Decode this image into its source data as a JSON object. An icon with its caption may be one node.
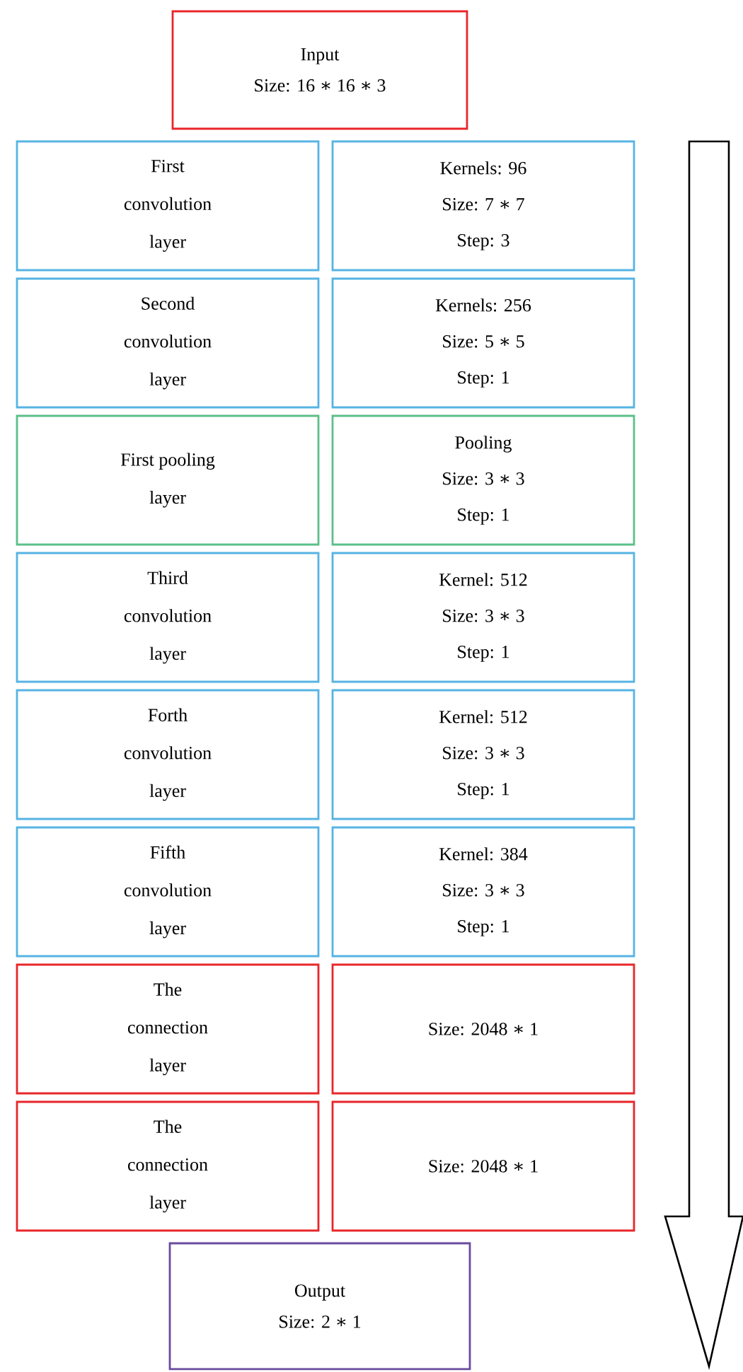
{
  "diagram": {
    "nodes": [
      {
        "text": [
          "Input",
          "Size: 16 ∗ 16 ∗ 3"
        ]
      },
      {
        "text": [
          "First convolution layer"
        ]
      },
      {
        "text": [
          "Kernels: 96",
          "Size: 7 ∗ 7",
          "Step: 3"
        ]
      },
      {
        "text": [
          "Second convolution layer"
        ]
      },
      {
        "text": [
          "Kernels: 256",
          "Size: 5 ∗ 5",
          "Step: 1"
        ]
      },
      {
        "text": [
          "First pooling layer"
        ]
      },
      {
        "text": [
          "Pooling",
          "Size: 3 ∗ 3",
          "Step: 1"
        ]
      },
      {
        "text": [
          "Third convolution layer"
        ]
      },
      {
        "text": [
          "Kernel: 512",
          "Size: 3 ∗ 3",
          "Step: 1"
        ]
      },
      {
        "text": [
          "Forth convolution layer"
        ]
      },
      {
        "text": [
          "Kernel: 512",
          "Size: 3 ∗ 3",
          "Step: 1"
        ]
      },
      {
        "text": [
          "Fifth convolution layer"
        ]
      },
      {
        "text": [
          "Kernel: 384",
          "Size: 3 ∗ 3",
          "Step: 1"
        ]
      },
      {
        "text": [
          "The connection layer"
        ]
      },
      {
        "text": [
          "Size: 2048 ∗ 1"
        ]
      },
      {
        "text": [
          "The connection layer"
        ]
      },
      {
        "text": [
          "Size: 2048 ∗ 1"
        ]
      },
      {
        "text": [
          "Output",
          "Size: 2 ∗ 1"
        ]
      }
    ]
  }
}
